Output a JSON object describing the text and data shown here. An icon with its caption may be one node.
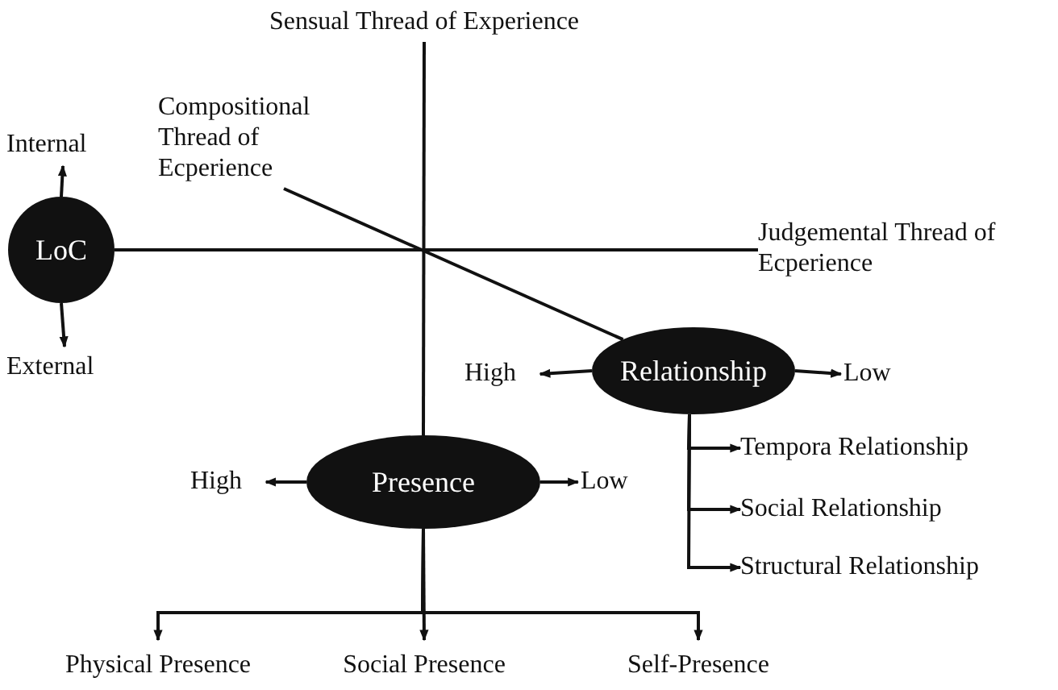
{
  "diagram": {
    "nodes": [
      {
        "text": [
          "Sensual Thread of Experience"
        ]
      },
      {
        "text": [
          "Compositional Thread of Ecperience"
        ]
      },
      {
        "text": [
          "Internal"
        ]
      },
      {
        "text": [
          "LoC"
        ]
      },
      {
        "text": [
          "Judgemental Thread of Ecperience"
        ]
      },
      {
        "text": [
          "External"
        ]
      },
      {
        "text": [
          "High"
        ]
      },
      {
        "text": [
          "Relationship"
        ]
      },
      {
        "text": [
          "Low"
        ]
      },
      {
        "text": [
          "Tempora Relationship"
        ]
      },
      {
        "text": [
          "Social Relationship"
        ]
      },
      {
        "text": [
          "Structural Relationship"
        ]
      },
      {
        "text": [
          "High"
        ]
      },
      {
        "text": [
          "Presence"
        ]
      },
      {
        "text": [
          "Low"
        ]
      },
      {
        "text": [
          "Physical Presence"
        ]
      },
      {
        "text": [
          "Social Presence"
        ]
      },
      {
        "text": [
          "Self-Presence"
        ]
      }
    ],
    "edges": [
      {
        "from": 0,
        "to": 13,
        "arrow": "none"
      },
      {
        "from": 1,
        "to": 7,
        "arrow": "none"
      },
      {
        "from": 3,
        "to": 4,
        "arrow": "none"
      },
      {
        "from": 3,
        "to": 2,
        "arrow": "to"
      },
      {
        "from": 3,
        "to": 5,
        "arrow": "to"
      },
      {
        "from": 7,
        "to": 6,
        "arrow": "to"
      },
      {
        "from": 7,
        "to": 8,
        "arrow": "to"
      },
      {
        "from": 7,
        "to": 9,
        "arrow": "to"
      },
      {
        "from": 7,
        "to": 10,
        "arrow": "to"
      },
      {
        "from": 7,
        "to": 11,
        "arrow": "to"
      },
      {
        "from": 13,
        "to": 12,
        "arrow": "to"
      },
      {
        "from": 13,
        "to": 14,
        "arrow": "to"
      },
      {
        "from": 13,
        "to": 15,
        "arrow": "to"
      },
      {
        "from": 13,
        "to": 16,
        "arrow": "to"
      },
      {
        "from": 13,
        "to": 17,
        "arrow": "to"
      }
    ]
  }
}
